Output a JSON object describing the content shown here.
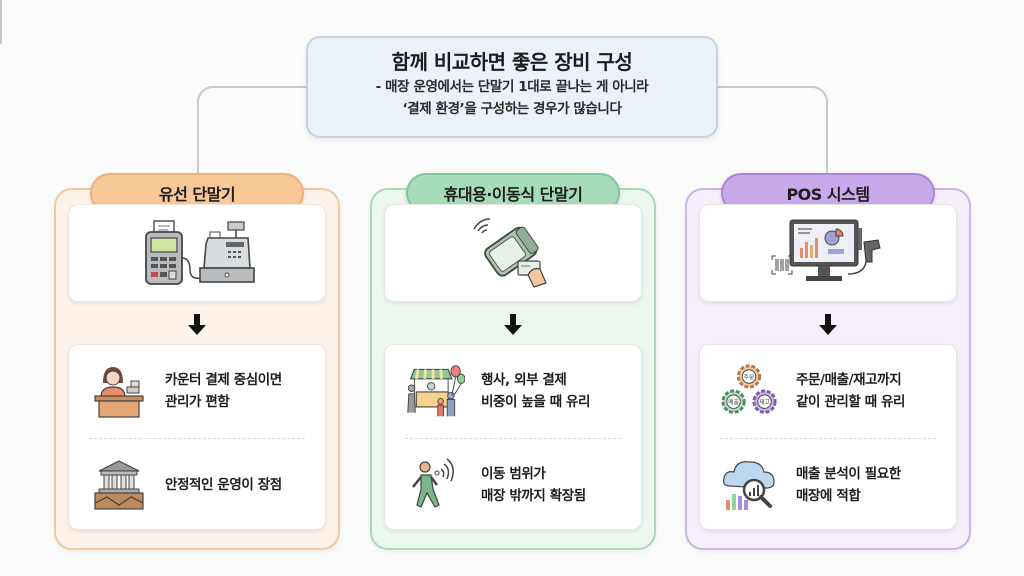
{
  "header": {
    "title": "함께 비교하면 좋은 장비 구성",
    "subtitle_line1": "- 매장 운영에서는 단말기 1대로 끝나는 게 아니라",
    "subtitle_line2": "‘결제 환경’을 구성하는 경우가 많습니다"
  },
  "columns": [
    {
      "title": "유선 단말기",
      "device_icon": "wired-card-terminal-and-cash-register",
      "accent": "#f8c896",
      "items": [
        {
          "icon": "cashier-at-counter",
          "line1": "카운터 결제 중심이면",
          "line2": "관리가 편함"
        },
        {
          "icon": "bank-building",
          "line1": "안정적인 운영이 장점",
          "line2": ""
        }
      ]
    },
    {
      "title": "휴대용·이동식 단말기",
      "device_icon": "portable-nfc-terminal-with-card",
      "accent": "#a6dcb9",
      "items": [
        {
          "icon": "market-stall-event",
          "line1": "행사, 외부 결제",
          "line2": "비중이 높을 때 유리"
        },
        {
          "icon": "walking-person-wireless",
          "line1": "이동 범위가",
          "line2": "매장 밖까지 확장됨"
        }
      ]
    },
    {
      "title": "POS 시스템",
      "device_icon": "pos-monitor-with-barcode-scanner",
      "accent": "#c9a9ec",
      "items": [
        {
          "icon": "gears-order-sales-stock",
          "line1": "주문/매출/재고까지",
          "line2": "같이 관리할 때 유리",
          "gear_labels": [
            "주문",
            "매출",
            "재고"
          ]
        },
        {
          "icon": "cloud-analytics-magnifier",
          "line1": "매출 분석이 필요한",
          "line2": "매장에 적합"
        }
      ]
    }
  ]
}
